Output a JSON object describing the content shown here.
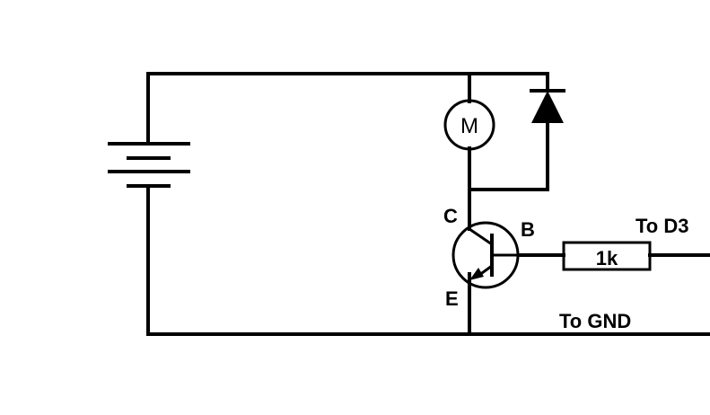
{
  "labels": {
    "motor": "M",
    "collector": "C",
    "base": "B",
    "emitter": "E",
    "resistor": "1k",
    "to_d3": "To D3",
    "to_gnd": "To GND"
  },
  "colors": {
    "ink": "#000000",
    "background": "#ffffff"
  }
}
